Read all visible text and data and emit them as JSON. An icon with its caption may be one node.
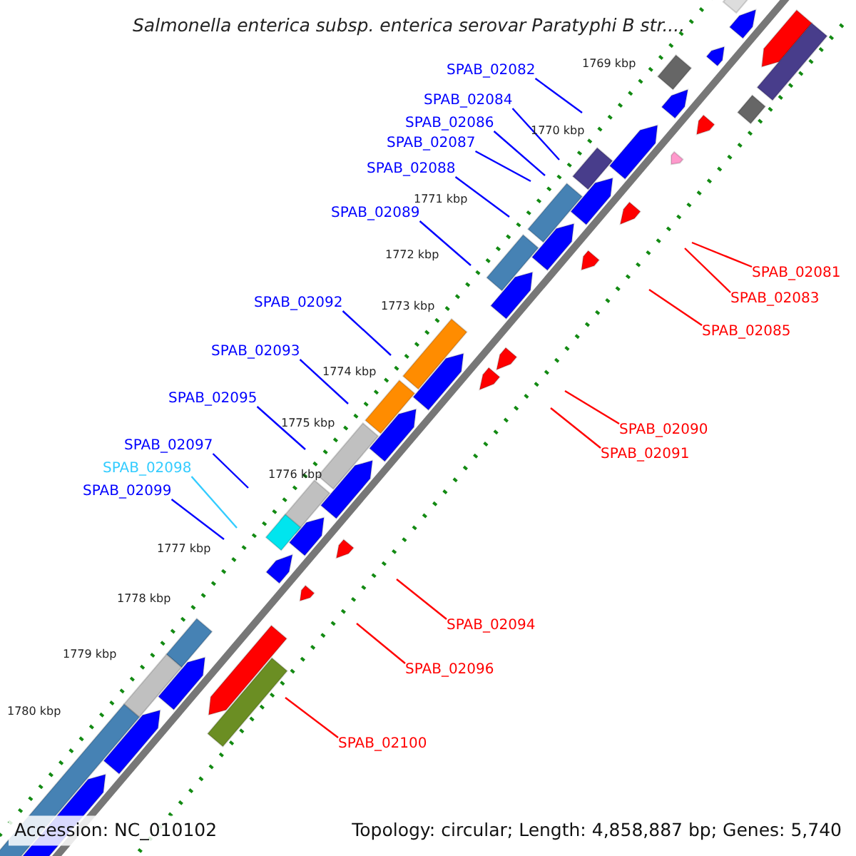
{
  "diagram": {
    "title": "Salmonella enterica subsp. enterica serovar Paratyphi B str....",
    "nodes": [
      {
        "text": [
          "SPAB_02082"
        ]
      },
      {
        "text": [
          "SPAB_02084"
        ]
      },
      {
        "text": [
          "SPAB_02086"
        ]
      },
      {
        "text": [
          "SPAB_02087"
        ]
      },
      {
        "text": [
          "SPAB_02088"
        ]
      },
      {
        "text": [
          "SPAB_02089"
        ]
      },
      {
        "text": [
          "SPAB_02092"
        ]
      },
      {
        "text": [
          "SPAB_02093"
        ]
      },
      {
        "text": [
          "SPAB_02095"
        ]
      },
      {
        "text": [
          "SPAB_02097"
        ]
      },
      {
        "text": [
          "SPAB_02098"
        ]
      },
      {
        "text": [
          "SPAB_02099"
        ]
      },
      {
        "text": [
          "SPAB_02081"
        ]
      },
      {
        "text": [
          "SPAB_02083"
        ]
      },
      {
        "text": [
          "SPAB_02085"
        ]
      },
      {
        "text": [
          "SPAB_02090"
        ]
      },
      {
        "text": [
          "SPAB_02091"
        ]
      },
      {
        "text": [
          "SPAB_02094"
        ]
      },
      {
        "text": [
          "SPAB_02096"
        ]
      },
      {
        "text": [
          "SPAB_02100"
        ]
      }
    ],
    "edges": [
      {
        "from": 0,
        "to": null,
        "arrow": "none"
      },
      {
        "from": 1,
        "to": null,
        "arrow": "none"
      },
      {
        "from": 2,
        "to": null,
        "arrow": "none"
      },
      {
        "from": 3,
        "to": null,
        "arrow": "none"
      },
      {
        "from": 4,
        "to": null,
        "arrow": "none"
      },
      {
        "from": 5,
        "to": null,
        "arrow": "none"
      },
      {
        "from": 6,
        "to": null,
        "arrow": "none"
      },
      {
        "from": 7,
        "to": null,
        "arrow": "none"
      },
      {
        "from": 8,
        "to": null,
        "arrow": "none"
      },
      {
        "from": 9,
        "to": null,
        "arrow": "none"
      },
      {
        "from": 10,
        "to": null,
        "arrow": "none",
        "color": "#33ccff"
      },
      {
        "from": 11,
        "to": null,
        "arrow": "none"
      },
      {
        "from": 12,
        "to": null,
        "arrow": "none",
        "color": "#ff0000"
      },
      {
        "from": 13,
        "to": null,
        "arrow": "none",
        "color": "#ff0000"
      },
      {
        "from": 14,
        "to": null,
        "arrow": "none",
        "color": "#ff0000"
      },
      {
        "from": 15,
        "to": null,
        "arrow": "none",
        "color": "#ff0000"
      },
      {
        "from": 16,
        "to": null,
        "arrow": "none",
        "color": "#ff0000"
      },
      {
        "from": 17,
        "to": null,
        "arrow": "none",
        "color": "#ff0000"
      },
      {
        "from": 18,
        "to": null,
        "arrow": "none",
        "color": "#ff0000"
      },
      {
        "from": 19,
        "to": null,
        "arrow": "none",
        "color": "#ff0000"
      }
    ],
    "labels": [
      "1769 kbp",
      "1770 kbp",
      "1771 kbp",
      "1772 kbp",
      "1773 kbp",
      "1774 kbp",
      "1775 kbp",
      "1776 kbp",
      "1777 kbp",
      "1778 kbp",
      "1779 kbp",
      "1780 kbp",
      "Accession: NC_010102",
      "Topology: circular; Length: 4,858,887 bp; Genes: 5,740"
    ]
  }
}
